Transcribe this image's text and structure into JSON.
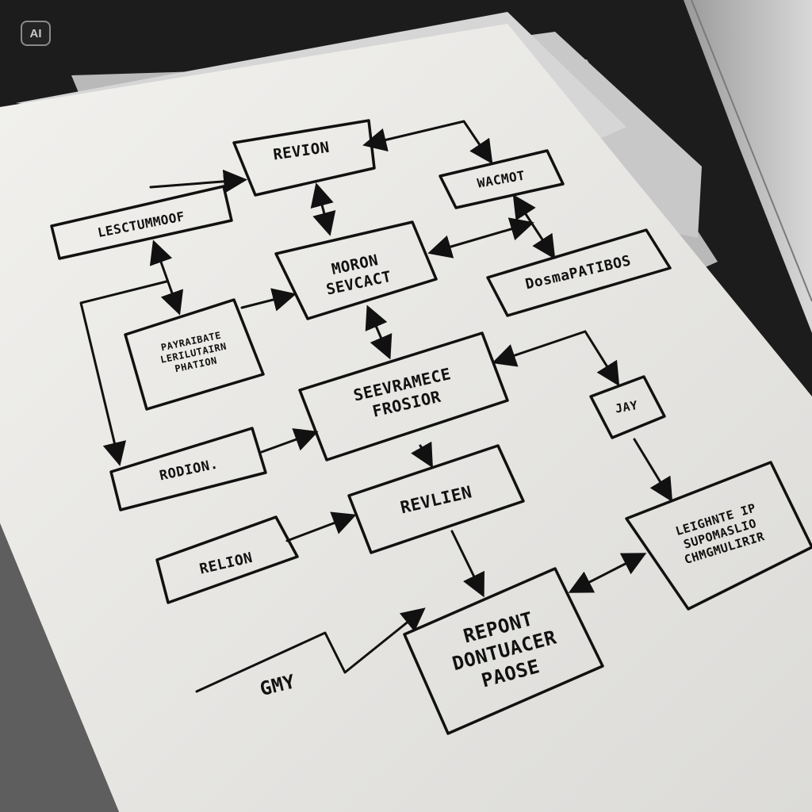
{
  "badge": {
    "label": "AI"
  },
  "colors": {
    "background": "#1c1c1c",
    "paper": "#ecebe8",
    "paper_shadow": "#bdbdbd",
    "ink": "#111111"
  },
  "diagram": {
    "nodes": [
      {
        "id": "revion",
        "lines": [
          "REVION"
        ]
      },
      {
        "id": "wacmot",
        "lines": [
          "WACMOT"
        ]
      },
      {
        "id": "lesctummoof",
        "lines": [
          "LESCTUMMOOF"
        ]
      },
      {
        "id": "moron-sevcact",
        "lines": [
          "MORON",
          "SEVCACT"
        ]
      },
      {
        "id": "dosmapatibos",
        "lines": [
          "DosmaPATIBOS"
        ]
      },
      {
        "id": "payraibate",
        "lines": [
          "PAYRAIBATE",
          "LERILUTAIRN",
          "PHATION"
        ]
      },
      {
        "id": "seevramece",
        "lines": [
          "SEEVRAMECE",
          "FROSIOR"
        ]
      },
      {
        "id": "jay",
        "lines": [
          "JAY"
        ]
      },
      {
        "id": "rodion",
        "lines": [
          "RODION."
        ]
      },
      {
        "id": "revlien",
        "lines": [
          "REVLIEN"
        ]
      },
      {
        "id": "leighnte",
        "lines": [
          "LEIGHNTE IP",
          "SUPOMASLIO",
          "CHMGMULIRIR"
        ]
      },
      {
        "id": "relion",
        "lines": [
          "RELION"
        ]
      },
      {
        "id": "repont",
        "lines": [
          "REPONT",
          "DONTUACER",
          "PAOSE"
        ]
      }
    ],
    "free_labels": [
      {
        "id": "gmy",
        "text": "GMY"
      }
    ],
    "edges": [
      {
        "from": "revion",
        "to": "wacmot",
        "arrows": "both"
      },
      {
        "from": "lesctummoof",
        "to": "revion",
        "arrows": "end"
      },
      {
        "from": "revion",
        "to": "moron-sevcact",
        "arrows": "both"
      },
      {
        "from": "wacmot",
        "to": "dosmapatibos",
        "arrows": "both"
      },
      {
        "from": "dosmapatibos",
        "to": "moron-sevcact",
        "arrows": "both"
      },
      {
        "from": "lesctummoof",
        "to": "payraibate",
        "arrows": "both"
      },
      {
        "from": "payraibate",
        "to": "moron-sevcact",
        "arrows": "end"
      },
      {
        "from": "moron-sevcact",
        "to": "seevramece",
        "arrows": "both"
      },
      {
        "from": "lesctummoof",
        "to": "rodion",
        "arrows": "end"
      },
      {
        "from": "rodion",
        "to": "seevramece",
        "arrows": "end"
      },
      {
        "from": "dosmapatibos",
        "to": "seevramece",
        "arrows": "end"
      },
      {
        "from": "dosmapatibos",
        "to": "jay",
        "arrows": "end"
      },
      {
        "from": "seevramece",
        "to": "revlien",
        "arrows": "end"
      },
      {
        "from": "jay",
        "to": "leighnte",
        "arrows": "end"
      },
      {
        "from": "relion",
        "to": "revlien",
        "arrows": "end"
      },
      {
        "from": "revlien",
        "to": "repont",
        "arrows": "end"
      },
      {
        "from": "repont",
        "to": "leighnte",
        "arrows": "both"
      },
      {
        "from": "gmy",
        "to": "repont",
        "arrows": "end"
      }
    ]
  }
}
